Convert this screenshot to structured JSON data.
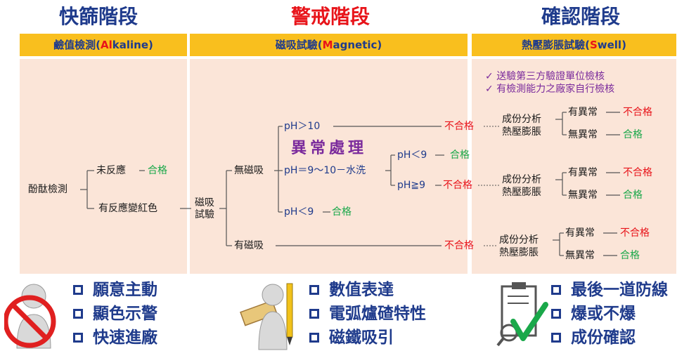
{
  "stages": {
    "screen_title": "快篩階段",
    "alert_title": "警戒階段",
    "confirm_title": "確認階段"
  },
  "headers": {
    "alkaline_prefix": "鹼值檢測(",
    "alkaline_hl": "Al",
    "alkaline_suffix": "kaline)",
    "magnetic_prefix": "磁吸試驗(",
    "magnetic_hl": "M",
    "magnetic_suffix": "agnetic)",
    "swell_prefix": "熱壓膨脹試驗(",
    "swell_hl": "S",
    "swell_suffix": "well)"
  },
  "flow": {
    "phenol": "酚酞檢測",
    "no_react": "未反應",
    "pass": "合格",
    "react_red": "有反應變紅色",
    "magnet_test_1": "磁吸",
    "magnet_test_2": "試驗",
    "no_magnet": "無磁吸",
    "has_magnet": "有磁吸",
    "ph_gt10": "pH＞10",
    "ph_range_wash": "pH＝9～10－水洗",
    "ph_lt9": "pH＜9",
    "ph_lt9_b": "pH＜9",
    "ph_ge9": "pH≧9",
    "abnormal_title": "異常處理",
    "fail": "不合格",
    "component": "成份分析",
    "hot_press": "熱壓膨脹",
    "abnormal": "有異常",
    "normal": "無異常",
    "check1": "送驗第三方驗證單位檢核",
    "check2": "有檢測能力之廠家自行檢核"
  },
  "bullets": {
    "left": [
      "願意主動",
      "顯色示警",
      "快速進廠"
    ],
    "middle": [
      "數值表達",
      "電弧爐碴特性",
      "磁鐵吸引"
    ],
    "right": [
      "最後一道防線",
      "爆或不爆",
      "成份確認"
    ]
  },
  "colors": {
    "header_bg": "#f9bf1e",
    "panel_bg": "#fbe5d8",
    "title_blue": "#1f3b8c",
    "title_red": "#e8141a",
    "pass_green": "#1aa84a",
    "fail_red": "#e8141a",
    "purple": "#7a2a9c"
  },
  "icons": {
    "left": "no-entry-person-icon",
    "middle": "person-with-pencil-ruler-icon",
    "right": "clipboard-check-magnifier-icon"
  }
}
